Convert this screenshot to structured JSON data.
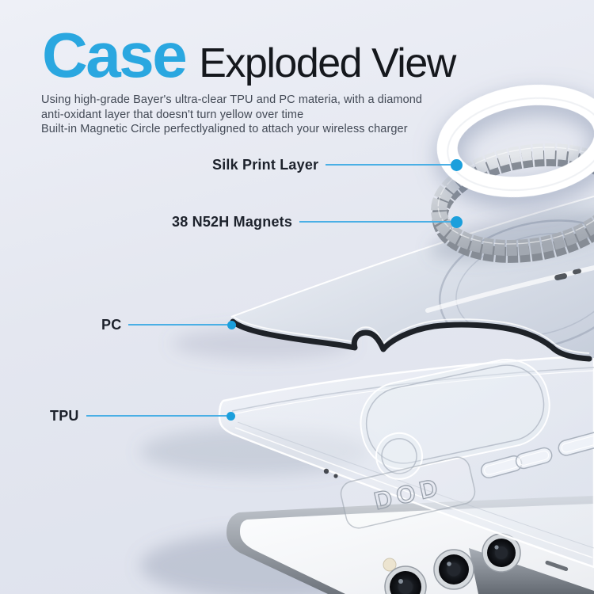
{
  "header": {
    "title_accent": "Case",
    "title_rest": "Exploded View",
    "description_lines": [
      "Using high-grade Bayer's ultra-clear TPU and PC materia, with a diamond",
      "anti-oxidant layer that doesn't turn yellow over time",
      "Built-in Magnetic Circle perfectlyaligned to attach your wireless charger"
    ]
  },
  "callouts": [
    {
      "label": "Silk Print Layer"
    },
    {
      "label": "38 N52H  Magnets"
    },
    {
      "label": "PC"
    },
    {
      "label": "TPU"
    }
  ],
  "diagram": {
    "brand_engraving": "DOD",
    "parts": [
      {
        "name": "silk-print-ring"
      },
      {
        "name": "magnet-ring"
      },
      {
        "name": "pc-back-plate"
      },
      {
        "name": "tpu-case"
      },
      {
        "name": "phone"
      }
    ]
  },
  "colors": {
    "accent_blue": "#2aa7e0",
    "title_dark": "#15181d",
    "body_text": "#424955",
    "leader_line": "#4aafe5",
    "leader_dot": "#1b9fdc",
    "pc_edge_dark": "#1e2228",
    "ring_white": "#ffffff",
    "background_top": "#eef0f7",
    "background_bottom": "#dde1ec"
  }
}
